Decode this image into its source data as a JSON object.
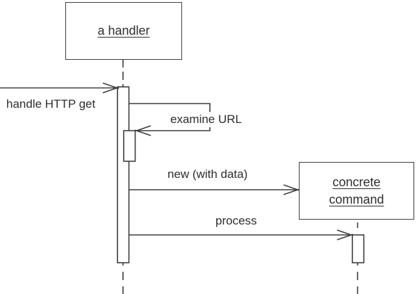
{
  "diagram": {
    "type": "uml-sequence",
    "background": "#ffffff",
    "colors": {
      "line": "#3d3d3d",
      "text": "#2d2d2d"
    },
    "objects": [
      {
        "label": "a handler"
      },
      {
        "label": "concrete command"
      }
    ],
    "messages": [
      {
        "label": "handle HTTP get",
        "kind": "incoming-call"
      },
      {
        "label": "examine URL",
        "kind": "self-call"
      },
      {
        "label": "new (with data)",
        "kind": "creation-call"
      },
      {
        "label": "process",
        "kind": "call"
      }
    ]
  }
}
